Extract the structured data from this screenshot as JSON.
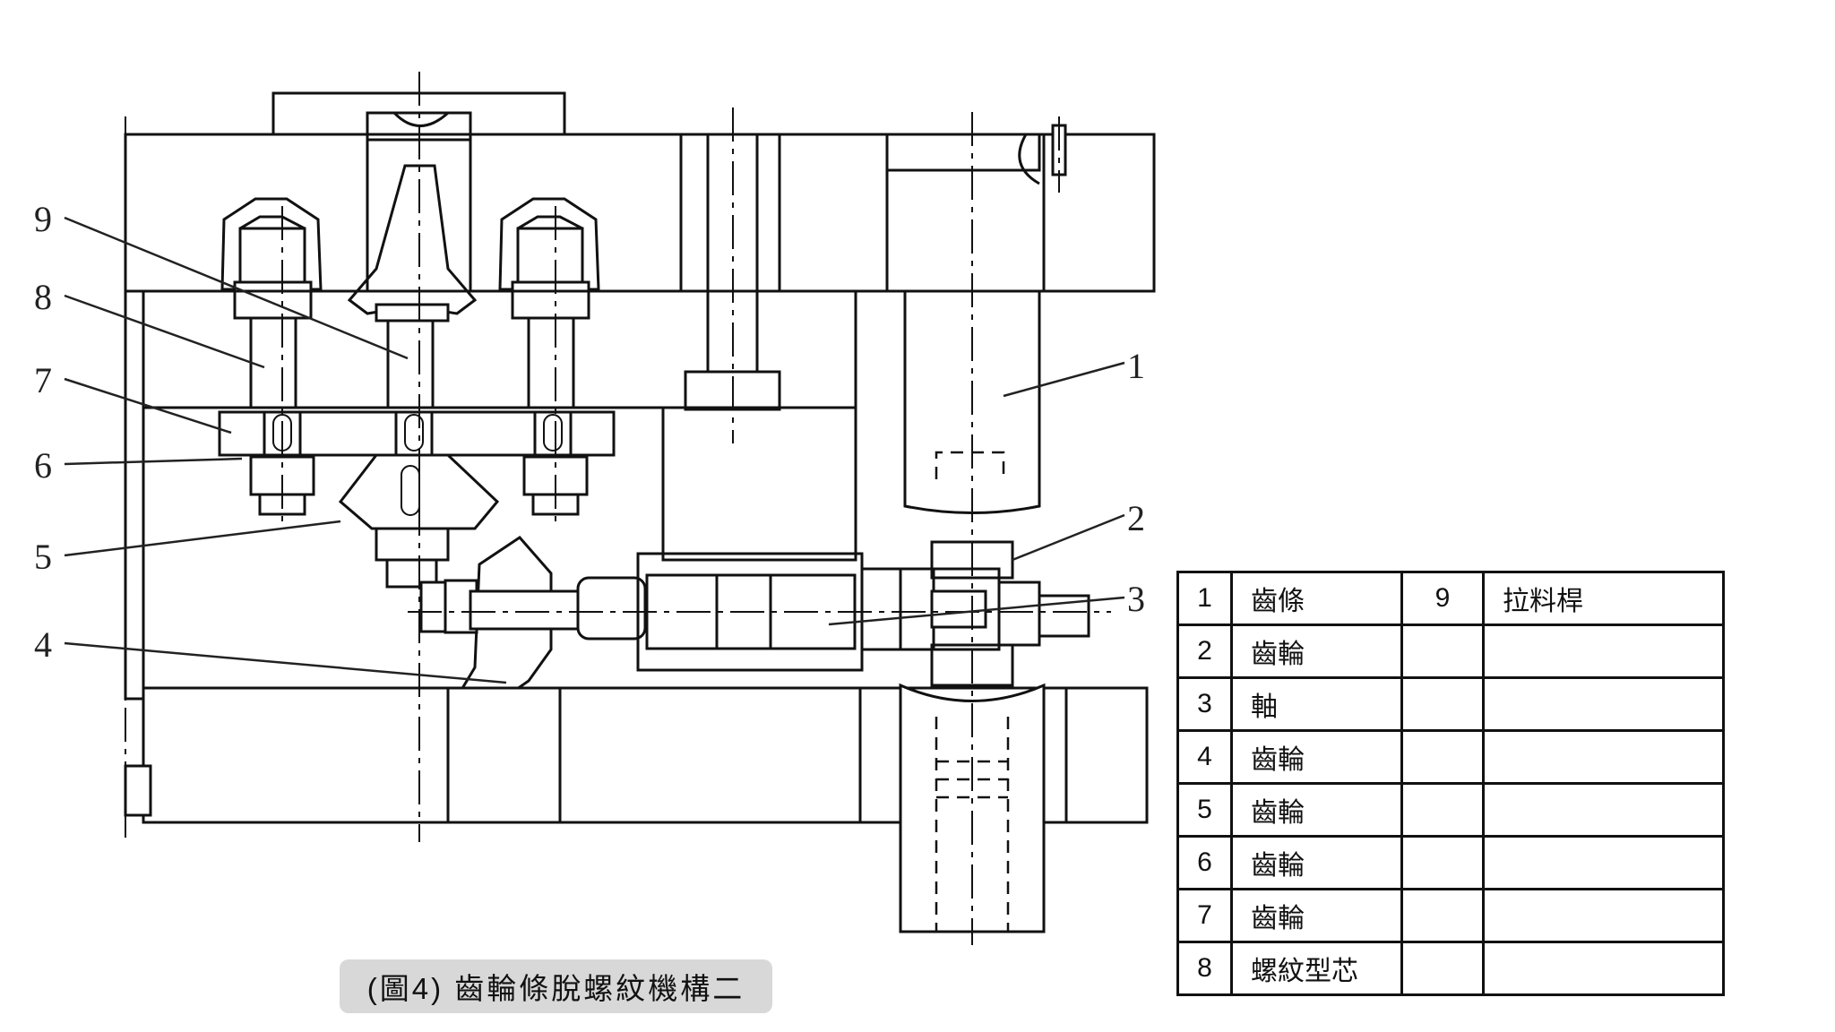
{
  "figure": {
    "caption": "(圖4) 齒輪條脫螺紋機構二",
    "callouts": [
      "1",
      "2",
      "3",
      "4",
      "5",
      "6",
      "7",
      "8",
      "9"
    ]
  },
  "parts_table": {
    "rows": [
      {
        "no": "1",
        "name": "齒條",
        "no2": "9",
        "name2": "拉料桿"
      },
      {
        "no": "2",
        "name": "齒輪",
        "no2": "",
        "name2": ""
      },
      {
        "no": "3",
        "name": "軸",
        "no2": "",
        "name2": ""
      },
      {
        "no": "4",
        "name": "齒輪",
        "no2": "",
        "name2": ""
      },
      {
        "no": "5",
        "name": "齒輪",
        "no2": "",
        "name2": ""
      },
      {
        "no": "6",
        "name": "齒輪",
        "no2": "",
        "name2": ""
      },
      {
        "no": "7",
        "name": "齒輪",
        "no2": "",
        "name2": ""
      },
      {
        "no": "8",
        "name": "螺紋型芯",
        "no2": "",
        "name2": ""
      }
    ]
  },
  "colors": {
    "line": "#111111",
    "caption_bg": "#d8d8d8",
    "background": "#ffffff"
  }
}
